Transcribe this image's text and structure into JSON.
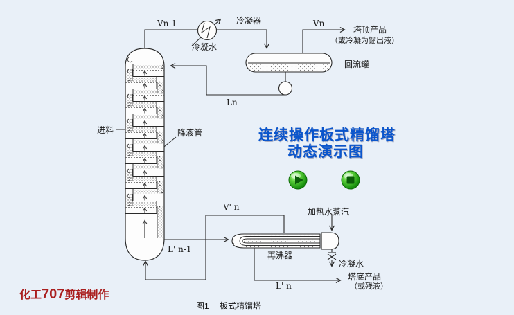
{
  "colors": {
    "background": "#e9f0f8",
    "line": "#2a2a2a",
    "title_blue": "#0a55cc",
    "credit_red": "#aa1f1f",
    "feed_red": "#ff0000",
    "button_green": "#2fa816"
  },
  "title": {
    "line1": "连续操作板式精馏塔",
    "line2": "动态演示图"
  },
  "labels": {
    "vn_minus_1": "Vn-1",
    "condenser": "冷凝器",
    "condensate_top": "冷凝水",
    "vn": "Vn",
    "top_product": "塔顶产品",
    "top_product_note": "（或冷凝为馏出液）",
    "reflux_drum": "回流罐",
    "ln": "Ln",
    "feed": "进料",
    "downcomer": "降液管",
    "v_prime_n": "V' n",
    "l_prime_n_minus_1": "L' n-1",
    "reboiler": "再沸器",
    "heating_steam": "加热水蒸汽",
    "condensate_bottom": "冷凝水",
    "l_prime_n": "L' n",
    "bottom_product": "塔底产品",
    "bottom_product_note": "（或残液）"
  },
  "credit": {
    "part1": "化工",
    "number": "707",
    "part2": "剪辑制作"
  },
  "caption": {
    "figure": "图1",
    "text": "板式精馏塔"
  }
}
